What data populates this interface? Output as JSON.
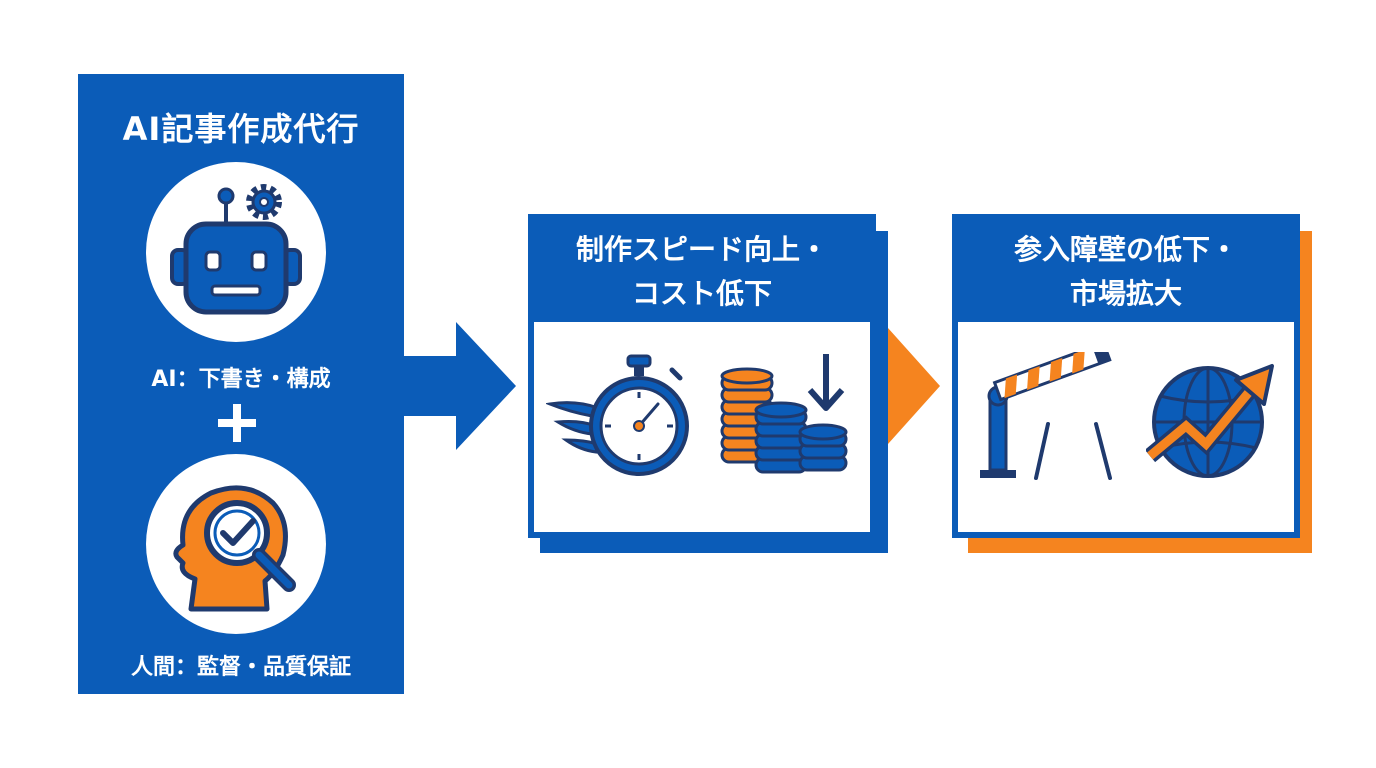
{
  "left_panel": {
    "title": "AI記事作成代行",
    "caption_ai": "AI：下書き・構成",
    "caption_human": "人間：監督・品質保証",
    "icons": [
      "robot-gear-icon",
      "head-magnifier-check-icon"
    ]
  },
  "benefit_1": {
    "title_line1": "制作スピード向上・",
    "title_line2": "コスト低下",
    "icons": [
      "winged-stopwatch-icon",
      "coin-stacks-down-arrow-icon"
    ]
  },
  "benefit_2": {
    "title_line1": "参入障壁の低下・",
    "title_line2": "市場拡大",
    "icons": [
      "raised-barrier-gate-icon",
      "globe-upward-arrow-icon"
    ]
  },
  "colors": {
    "blue": "#0b5cb8",
    "orange": "#f5841f",
    "dark_navy": "#1f3a6e",
    "white": "#ffffff"
  }
}
